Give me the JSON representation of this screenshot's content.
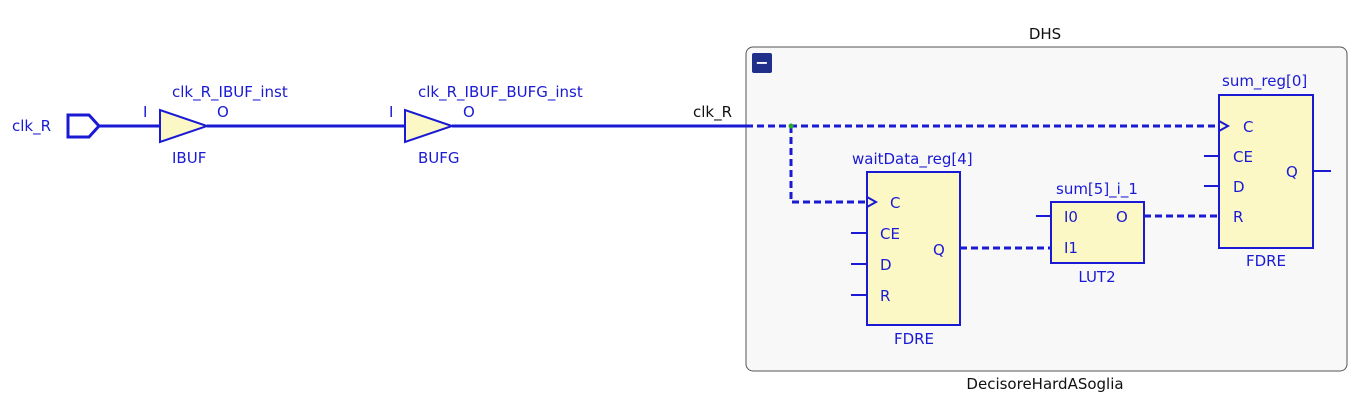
{
  "ports": {
    "input_name": "clk_R"
  },
  "nets": {
    "clk_label": "clk_R"
  },
  "ibuf": {
    "inst": "clk_R_IBUF_inst",
    "type": "IBUF",
    "in_pin": "I",
    "out_pin": "O"
  },
  "bufg": {
    "inst": "clk_R_IBUF_BUFG_inst",
    "type": "BUFG",
    "in_pin": "I",
    "out_pin": "O"
  },
  "hier": {
    "name": "DHS",
    "module": "DecisoreHardASoglia",
    "collapse_symbol": "−"
  },
  "wait_reg": {
    "inst": "waitData_reg[4]",
    "type": "FDRE",
    "pins": [
      "C",
      "CE",
      "D",
      "R"
    ],
    "out_pin": "Q"
  },
  "lut": {
    "inst": "sum[5]_i_1",
    "type": "LUT2",
    "in0": "I0",
    "in1": "I1",
    "out_pin": "O"
  },
  "sum_reg": {
    "inst": "sum_reg[0]",
    "type": "FDRE",
    "pins": [
      "C",
      "CE",
      "D",
      "R"
    ],
    "out_pin": "Q"
  },
  "colors": {
    "wire": "#1a1ad4",
    "cell_fill": "#fbf8c6",
    "hier_fill": "#f8f8f8"
  }
}
